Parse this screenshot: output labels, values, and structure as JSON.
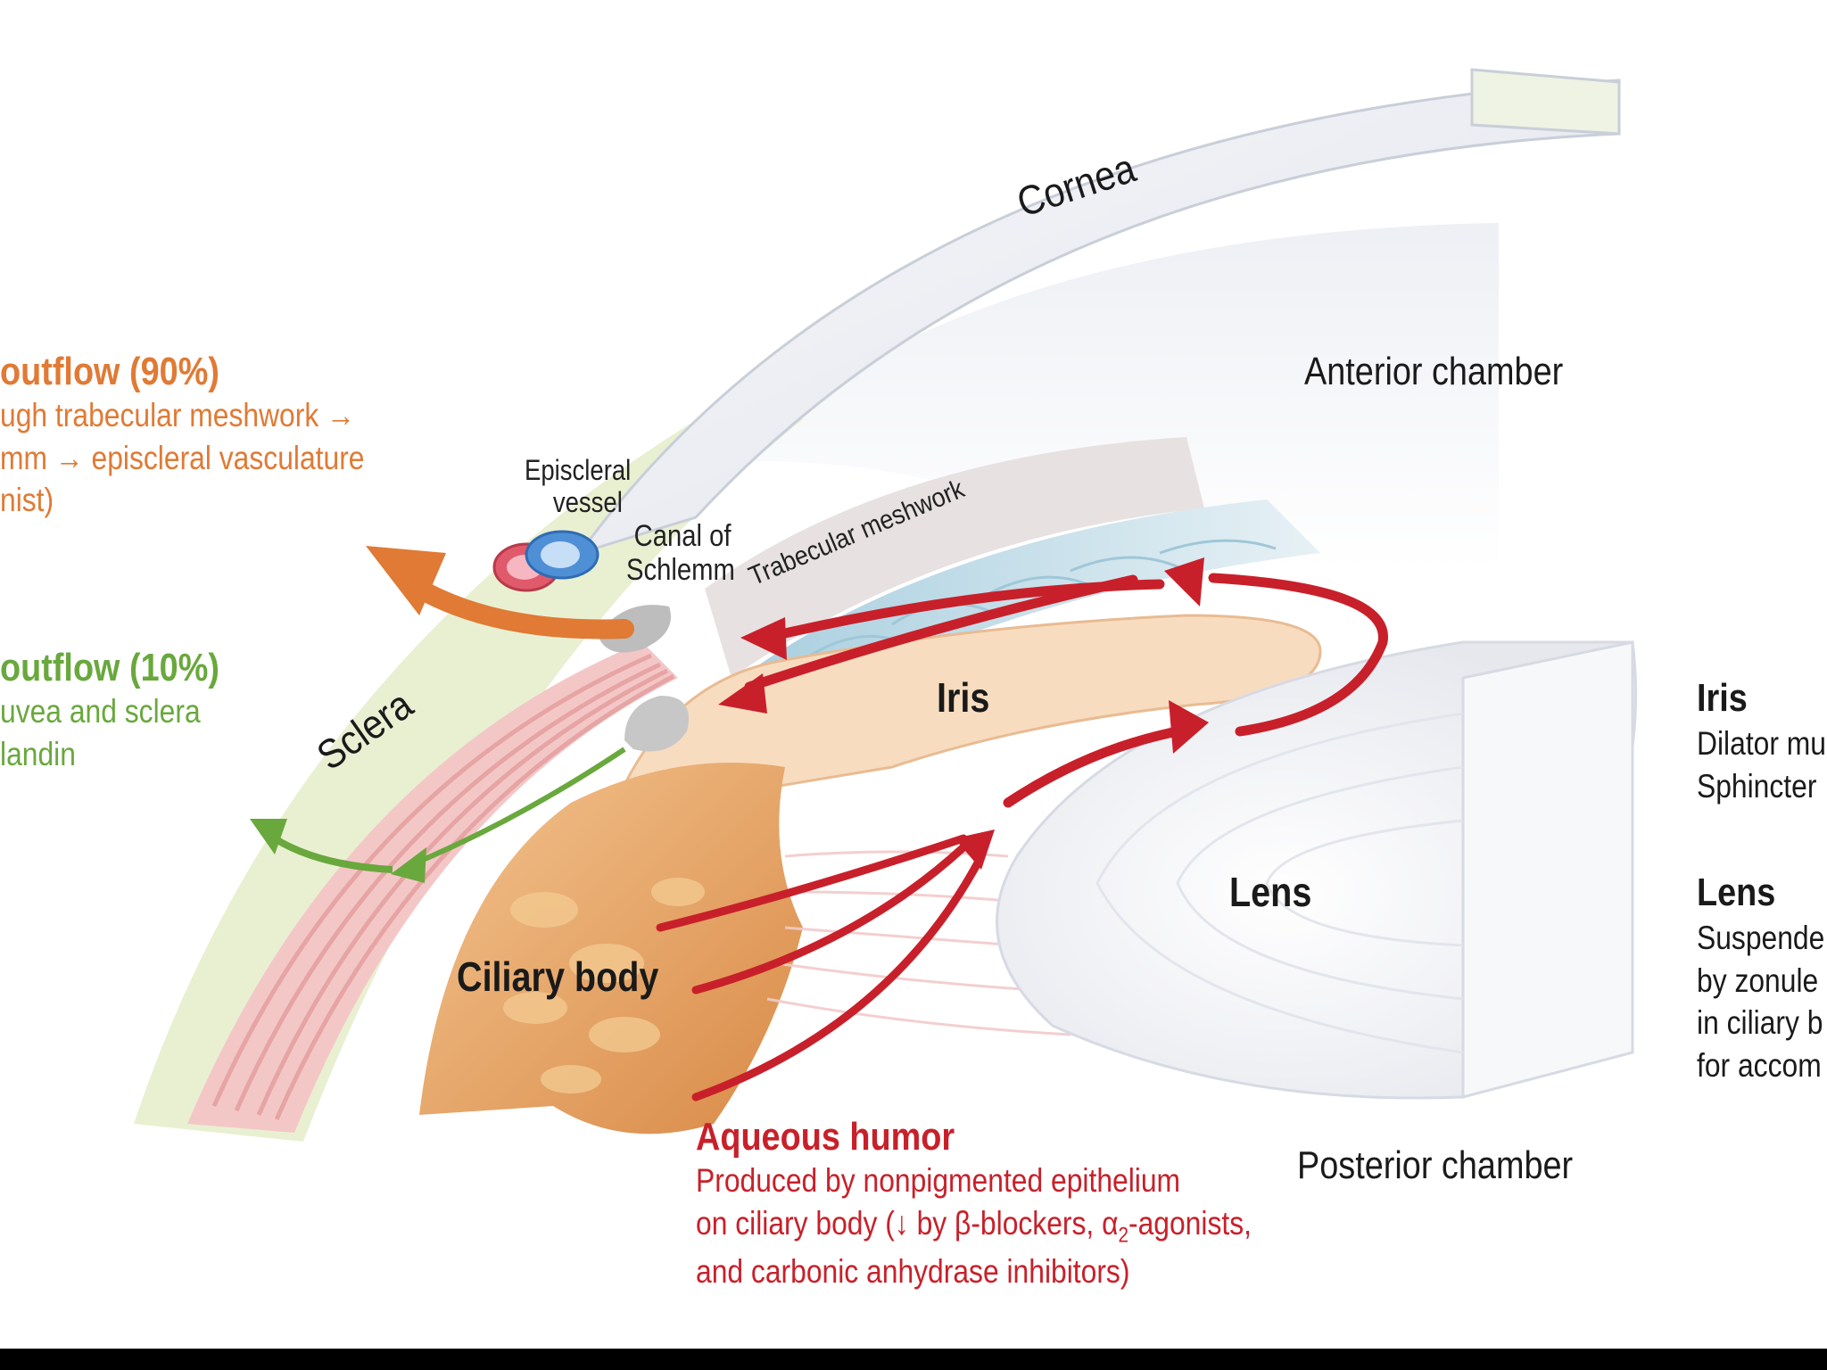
{
  "labels": {
    "cornea": "Cornea",
    "anterior_chamber": "Anterior chamber",
    "episcleral_vessel": [
      "Episcleral",
      "vessel"
    ],
    "canal_of_schlemm": [
      "Canal of",
      "Schlemm"
    ],
    "trabecular_meshwork": "Trabecular meshwork",
    "sclera": "Sclera",
    "iris": "Iris",
    "lens": "Lens",
    "ciliary_body": "Ciliary body",
    "posterior_chamber": "Posterior chamber"
  },
  "outflow_90": {
    "heading": "outflow (90%)",
    "lines": [
      "ugh trabecular meshwork →",
      "mm → episcleral vasculature",
      "nist)"
    ]
  },
  "outflow_10": {
    "heading": "outflow (10%)",
    "lines": [
      "uvea and sclera",
      "landin"
    ]
  },
  "aqueous": {
    "heading": "Aqueous humor",
    "line1": "Produced by nonpigmented epithelium",
    "line2_a": "on ciliary body (↓ by β-blockers, α",
    "line2_sub": "2",
    "line2_b": "-agonists,",
    "line3": "and carbonic anhydrase inhibitors)"
  },
  "side_iris": {
    "heading": "Iris",
    "lines": [
      "Dilator mu",
      "Sphincter"
    ]
  },
  "side_lens": {
    "heading": "Lens",
    "lines": [
      "Suspende",
      "by zonule",
      "in ciliary b",
      "for accom"
    ]
  },
  "colors": {
    "cornea": "#eceef3",
    "sclera": "#e9f0d2",
    "muscle": "#f4c7c7",
    "iris": "#f8dcc0",
    "ciliary": "#e8a05c",
    "lens": "#f1f2f6",
    "trabecular": "#c9dde6",
    "red_arrow": "#c8202a",
    "orange_arrow": "#e07a35",
    "green_arrow": "#69a83d"
  }
}
